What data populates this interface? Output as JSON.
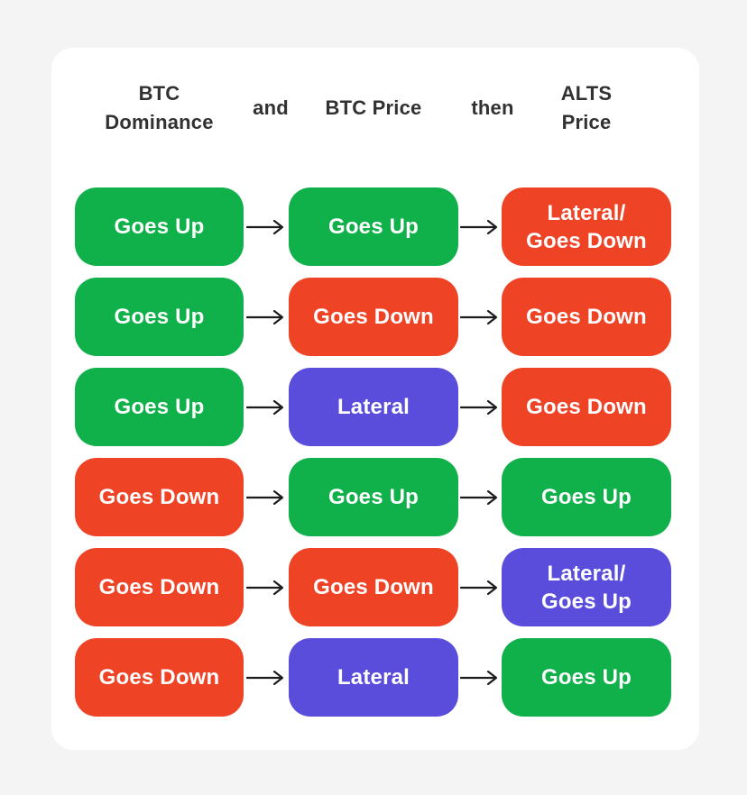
{
  "colors": {
    "green": "#10B14A",
    "red": "#EF4326",
    "purple": "#5B4DDC",
    "header_text": "#313131",
    "arrow": "#1C1C1C",
    "pill_text": "#FFFFFF",
    "page_bg": "#F4F4F5",
    "card_bg": "#FFFFFF"
  },
  "header": {
    "col1": "BTC\nDominance",
    "conj1": "and",
    "col2": "BTC Price",
    "conj2": "then",
    "col3": "ALTS\nPrice"
  },
  "rows": [
    {
      "dominance": {
        "label": "Goes Up",
        "color": "green"
      },
      "price": {
        "label": "Goes Up",
        "color": "green"
      },
      "alts": {
        "label": "Lateral/\nGoes Down",
        "color": "red"
      }
    },
    {
      "dominance": {
        "label": "Goes Up",
        "color": "green"
      },
      "price": {
        "label": "Goes Down",
        "color": "red"
      },
      "alts": {
        "label": "Goes Down",
        "color": "red"
      }
    },
    {
      "dominance": {
        "label": "Goes Up",
        "color": "green"
      },
      "price": {
        "label": "Lateral",
        "color": "purple"
      },
      "alts": {
        "label": "Goes Down",
        "color": "red"
      }
    },
    {
      "dominance": {
        "label": "Goes Down",
        "color": "red"
      },
      "price": {
        "label": "Goes Up",
        "color": "green"
      },
      "alts": {
        "label": "Goes Up",
        "color": "green"
      }
    },
    {
      "dominance": {
        "label": "Goes Down",
        "color": "red"
      },
      "price": {
        "label": "Goes Down",
        "color": "red"
      },
      "alts": {
        "label": "Lateral/\nGoes Up",
        "color": "purple"
      }
    },
    {
      "dominance": {
        "label": "Goes Down",
        "color": "red"
      },
      "price": {
        "label": "Lateral",
        "color": "purple"
      },
      "alts": {
        "label": "Goes Up",
        "color": "green"
      }
    }
  ]
}
